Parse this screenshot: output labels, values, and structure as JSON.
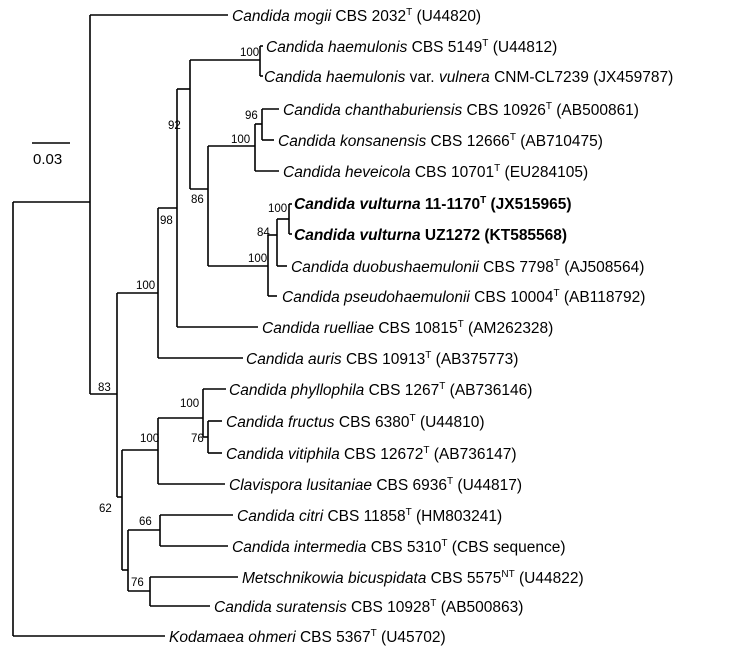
{
  "scale_bar": {
    "label": "0.03"
  },
  "taxa": [
    {
      "id": "t1",
      "species": "Candida mogii",
      "strain": "CBS 2032",
      "sup": "T",
      "accession": "(U44820)",
      "bold": false
    },
    {
      "id": "t2",
      "species": "Candida haemulonis",
      "strain": "CBS 5149",
      "sup": "T",
      "accession": "(U44812)",
      "bold": false
    },
    {
      "id": "t3",
      "species": "Candida haemulonis",
      "variety_word": "var.",
      "variety": "vulnera",
      "strain": "CNM-CL7239",
      "sup": "",
      "accession": "(JX459787)",
      "bold": false
    },
    {
      "id": "t4",
      "species": "Candida chanthaburiensis",
      "strain": "CBS 10926",
      "sup": "T",
      "accession": "(AB500861)",
      "bold": false
    },
    {
      "id": "t5",
      "species": "Candida konsanensis",
      "strain": "CBS 12666",
      "sup": "T",
      "accession": "(AB710475)",
      "bold": false
    },
    {
      "id": "t6",
      "species": "Candida heveicola",
      "strain": "CBS 10701",
      "sup": "T",
      "accession": "(EU284105)",
      "bold": false
    },
    {
      "id": "t7",
      "species": "Candida vulturna",
      "strain": "11-1170",
      "sup": "T",
      "accession": "(JX515965)",
      "bold": true
    },
    {
      "id": "t8",
      "species": "Candida vulturna",
      "strain": "UZ1272",
      "sup": "",
      "accession": "(KT585568)",
      "bold": true
    },
    {
      "id": "t9",
      "species": "Candida duobushaemulonii",
      "strain": "CBS 7798",
      "sup": "T",
      "accession": "(AJ508564)",
      "bold": false
    },
    {
      "id": "t10",
      "species": "Candida pseudohaemulonii",
      "strain": "CBS 10004",
      "sup": "T",
      "accession": "(AB118792)",
      "bold": false
    },
    {
      "id": "t11",
      "species": "Candida ruelliae",
      "strain": "CBS 10815",
      "sup": "T",
      "accession": "(AM262328)",
      "bold": false
    },
    {
      "id": "t12",
      "species": "Candida auris",
      "strain": "CBS 10913",
      "sup": "T",
      "accession": "(AB375773)",
      "bold": false
    },
    {
      "id": "t13",
      "species": "Candida phyllophila",
      "strain": "CBS 1267",
      "sup": "T",
      "accession": "(AB736146)",
      "bold": false
    },
    {
      "id": "t14",
      "species": "Candida fructus",
      "strain": "CBS 6380",
      "sup": "T",
      "accession": "(U44810)",
      "bold": false
    },
    {
      "id": "t15",
      "species": "Candida vitiphila",
      "strain": "CBS 12672",
      "sup": "T",
      "accession": "(AB736147)",
      "bold": false
    },
    {
      "id": "t16",
      "species": "Clavispora lusitaniae",
      "strain": "CBS 6936",
      "sup": "T",
      "accession": "(U44817)",
      "bold": false
    },
    {
      "id": "t17",
      "species": "Candida citri",
      "strain": "CBS 11858",
      "sup": "T",
      "accession": "(HM803241)",
      "bold": false
    },
    {
      "id": "t18",
      "species": "Candida intermedia",
      "strain": "CBS 5310",
      "sup": "T",
      "accession": "(CBS sequence)",
      "bold": false
    },
    {
      "id": "t19",
      "species": "Metschnikowia bicuspidata",
      "strain": "CBS 5575",
      "sup": "NT",
      "accession": "(U44822)",
      "bold": false
    },
    {
      "id": "t20",
      "species": "Candida suratensis",
      "strain": "CBS 10928",
      "sup": "T",
      "accession": "(AB500863)",
      "bold": false
    },
    {
      "id": "t21",
      "species": "Kodamaea ohmeri",
      "strain": "CBS 5367",
      "sup": "T",
      "accession": "(U45702)",
      "bold": false
    }
  ],
  "bootstrap": [
    {
      "id": "b_haem",
      "value": "100"
    },
    {
      "id": "b_92",
      "value": "92"
    },
    {
      "id": "b_96",
      "value": "96"
    },
    {
      "id": "b_100_chan",
      "value": "100"
    },
    {
      "id": "b_86",
      "value": "86"
    },
    {
      "id": "b_98",
      "value": "98"
    },
    {
      "id": "b_100_vult",
      "value": "100"
    },
    {
      "id": "b_84",
      "value": "84"
    },
    {
      "id": "b_100_duo",
      "value": "100"
    },
    {
      "id": "b_100_main",
      "value": "100"
    },
    {
      "id": "b_83",
      "value": "83"
    },
    {
      "id": "b_100_phyl",
      "value": "100"
    },
    {
      "id": "b_76_fruc",
      "value": "76"
    },
    {
      "id": "b_100_clav",
      "value": "100"
    },
    {
      "id": "b_62",
      "value": "62"
    },
    {
      "id": "b_66",
      "value": "66"
    },
    {
      "id": "b_76_metsch",
      "value": "76"
    }
  ]
}
